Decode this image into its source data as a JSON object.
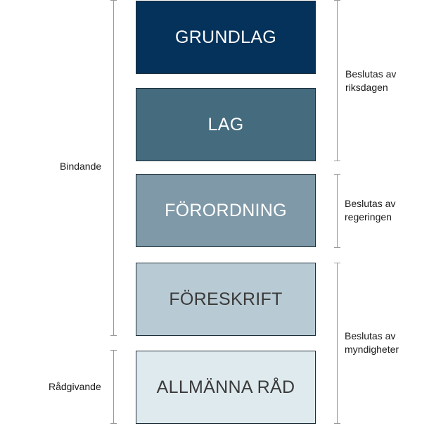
{
  "levels": [
    {
      "label": "GRUNDLAG",
      "fill": "#05325a",
      "text": "#ffffff"
    },
    {
      "label": "LAG",
      "fill": "#456b7f",
      "text": "#ffffff"
    },
    {
      "label": "FÖRORDNING",
      "fill": "#7f99a8",
      "text": "#ffffff"
    },
    {
      "label": "FÖRESKRIFT",
      "fill": "#b8cbd4",
      "text": "#3a3a3a"
    },
    {
      "label": "ALLMÄNNA RÅD",
      "fill": "#dfeaee",
      "text": "#3a3a3a"
    }
  ],
  "left_groups": {
    "binding": "Bindande",
    "advisory": "Rådgivande"
  },
  "right_groups": {
    "riksdagen": {
      "line1": "Beslutas av",
      "line2": "riksdagen"
    },
    "regeringen": {
      "line1": "Beslutas av",
      "line2": "regeringen"
    },
    "myndigheter": {
      "line1": "Beslutas av",
      "line2": "myndigheter"
    }
  }
}
